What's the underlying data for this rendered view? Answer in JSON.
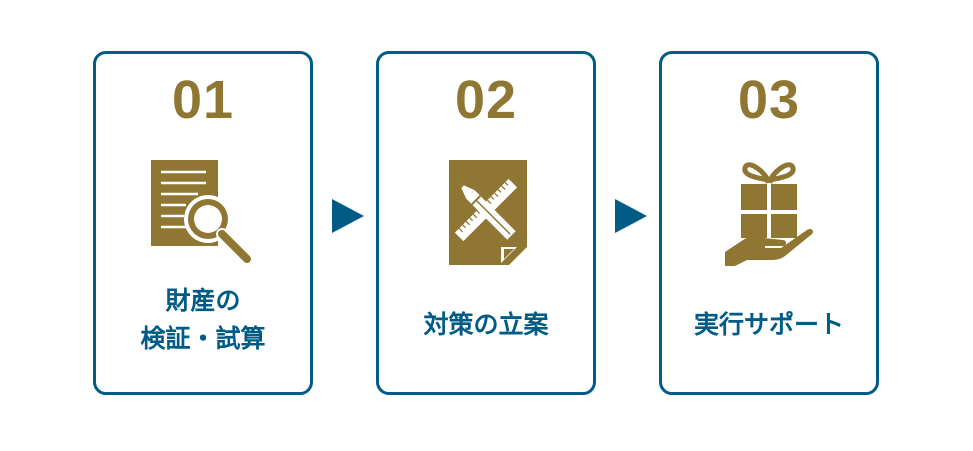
{
  "colors": {
    "primary": "#005b87",
    "accent": "#8f7632",
    "background": "#ffffff"
  },
  "steps": [
    {
      "number": "01",
      "icon": "document-search-icon",
      "label_line1": "財産の",
      "label_line2": "検証・試算"
    },
    {
      "number": "02",
      "icon": "pencil-ruler-document-icon",
      "label_line1": "対策の立案"
    },
    {
      "number": "03",
      "icon": "gift-hand-icon",
      "label_line1": "実行サポート"
    }
  ],
  "arrows": [
    {
      "icon": "arrow-right-icon"
    },
    {
      "icon": "arrow-right-icon"
    }
  ]
}
